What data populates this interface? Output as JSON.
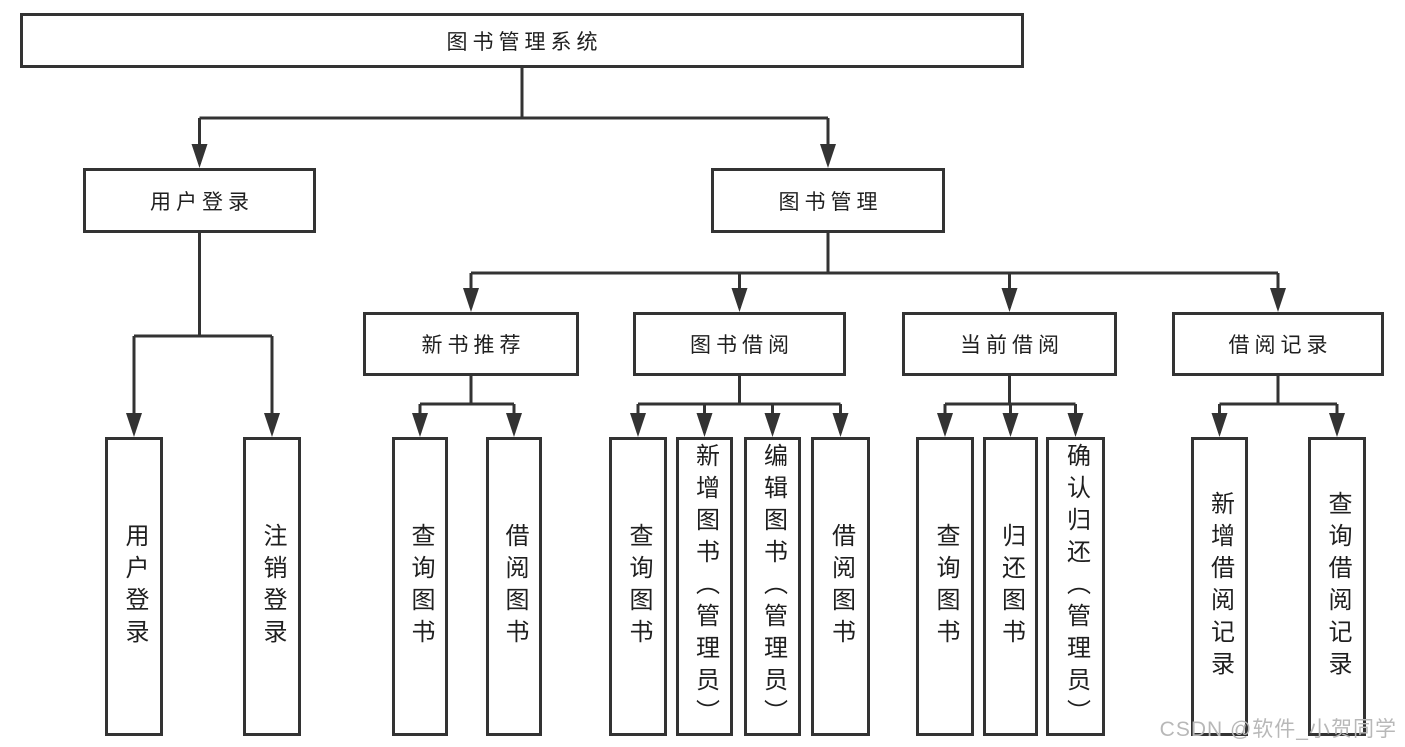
{
  "diagram": {
    "root": {
      "label": "图书管理系统"
    },
    "branches": [
      {
        "label": "用户登录",
        "children": [
          {
            "label": "用户登录"
          },
          {
            "label": "注销登录"
          }
        ]
      },
      {
        "label": "图书管理",
        "groups": [
          {
            "label": "新书推荐",
            "children": [
              {
                "label": "查询图书"
              },
              {
                "label": "借阅图书"
              }
            ]
          },
          {
            "label": "图书借阅",
            "children": [
              {
                "label": "查询图书"
              },
              {
                "label": "新增图书（管理员）"
              },
              {
                "label": "编辑图书（管理员）"
              },
              {
                "label": "借阅图书"
              }
            ]
          },
          {
            "label": "当前借阅",
            "children": [
              {
                "label": "查询图书"
              },
              {
                "label": "归还图书"
              },
              {
                "label": "确认归还（管理员）"
              }
            ]
          },
          {
            "label": "借阅记录",
            "children": [
              {
                "label": "新增借阅记录"
              },
              {
                "label": "查询借阅记录"
              }
            ]
          }
        ]
      }
    ]
  },
  "watermark": {
    "text": "CSDN @软件_小贺同学"
  },
  "colors": {
    "line": "#333333",
    "box_border": "#333333",
    "box_fill": "#ffffff",
    "text": "#1f1f1f",
    "background": "#ffffff",
    "watermark": "#b8b8b8"
  }
}
